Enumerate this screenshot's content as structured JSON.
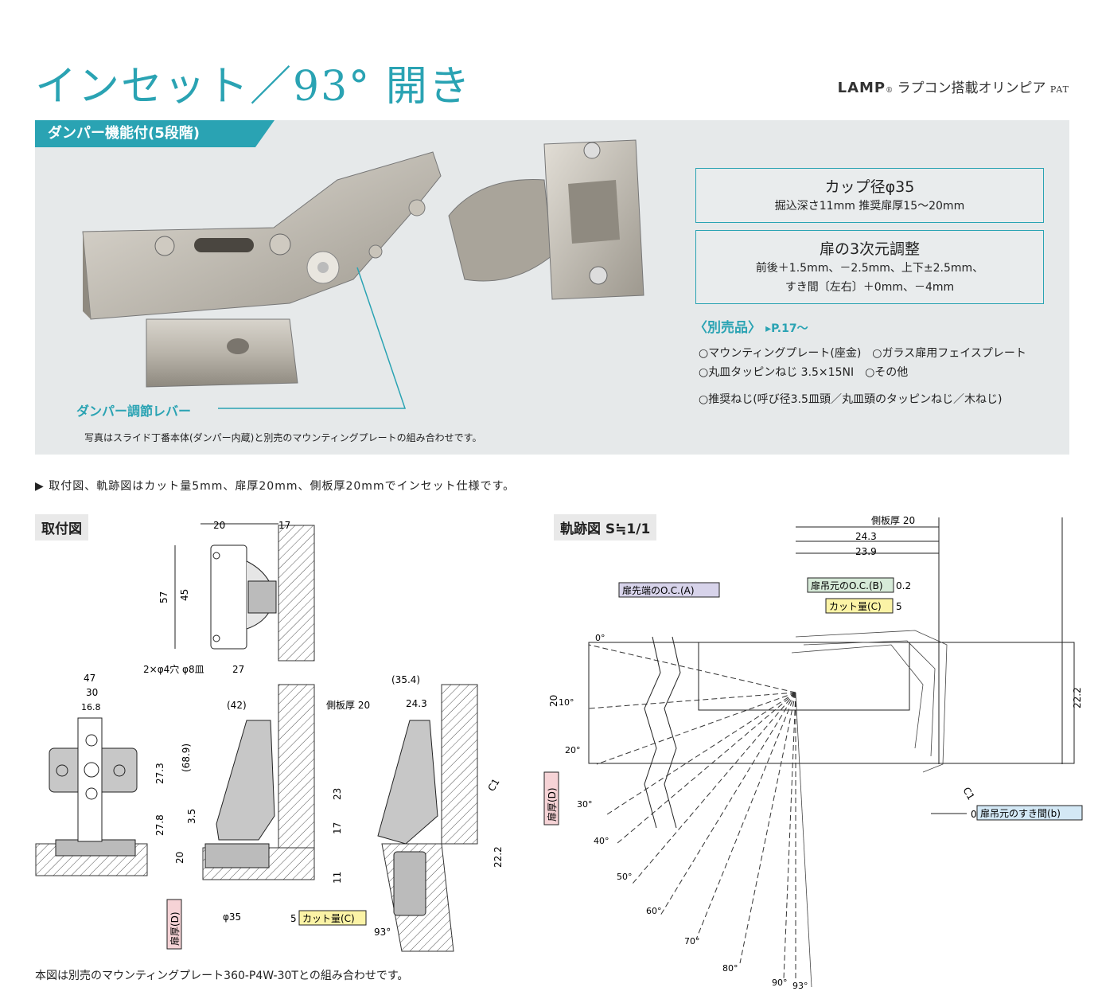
{
  "header": {
    "title": "インセット／93° 開き",
    "brand_logo": "LAMP",
    "brand_text": "ラプコン搭載オリンピア",
    "brand_pat": "PAT"
  },
  "hero": {
    "ribbon": "ダンパー機能付(5段階)",
    "spec1": {
      "heading": "カップ径φ35",
      "text": "掘込深さ11mm  推奨扉厚15〜20mm"
    },
    "spec2": {
      "heading": "扉の3次元調整",
      "line1": "前後＋1.5mm、－2.5mm、上下±2.5mm、",
      "line2": "すき間〔左右〕＋0mm、－4mm"
    },
    "separate_label": "〈別売品〉",
    "separate_page": "▸P.17〜",
    "options": [
      "○マウンティングプレート(座金)　○ガラス扉用フェイスプレート",
      "○丸皿タッピンねじ 3.5×15NI　○その他",
      "○推奨ねじ(呼び径3.5皿頭／丸皿頭のタッピンねじ／木ねじ)"
    ],
    "damper_label": "ダンパー調節レバー",
    "photo_caption": "写真はスライド丁番本体(ダンパー内蔵)と別売のマウンティングプレートの組み合わせです。"
  },
  "note": "▶ 取付図、軌跡図はカット量5mm、扉厚20mm、側板厚20mmでインセット仕様です。",
  "install": {
    "section": "取付図",
    "dims": {
      "d20": "20",
      "d17": "17",
      "d57": "57",
      "d45": "45",
      "d27": "27",
      "holes": "2×φ4穴 φ8皿",
      "d47": "47",
      "d30": "30",
      "d16_8": "16.8",
      "d27_3": "27.3",
      "d27_8": "27.8",
      "d42": "(42)",
      "side": "側板厚 20",
      "d68_9": "(68.9)",
      "d3_5": "3.5",
      "d23": "23",
      "d17b": "17",
      "d20b": "20",
      "d11": "11",
      "phi35": "φ35",
      "five": "5",
      "cut": "カット量(C)",
      "door": "扉厚(D)",
      "d35_4": "(35.4)",
      "d24_3": "24.3",
      "c1": "C1",
      "d22_2": "22.2",
      "a93": "93°"
    },
    "footnote": "本図は別売のマウンティングプレート360-P4W-30Tとの組み合わせです。"
  },
  "trajectory": {
    "section": "軌跡図 S≒1/1",
    "side": "側板厚 20",
    "d24_3": "24.3",
    "d23_9": "23.9",
    "oc_a": "扉先端のO.C.(A)",
    "oc_b": "扉吊元のO.C.(B)",
    "oc_b_val": "0.2",
    "cut": "カット量(C)",
    "cut_val": "5",
    "door": "扉厚(D)",
    "d20": "20",
    "d22_2": "22.2",
    "c1": "C1",
    "gap_val": "0",
    "gap": "扉吊元のすき間(b)",
    "angles": [
      "0°",
      "10°",
      "20°",
      "30°",
      "40°",
      "50°",
      "60°",
      "70°",
      "80°",
      "90°",
      "93°"
    ]
  },
  "colors": {
    "accent": "#2aa3b3",
    "label_purple": "#d7d3ea",
    "label_green": "#d6ead8",
    "label_yellow": "#fbf3a6",
    "label_pink": "#f6d3d6",
    "label_blue": "#d3e8f5"
  }
}
